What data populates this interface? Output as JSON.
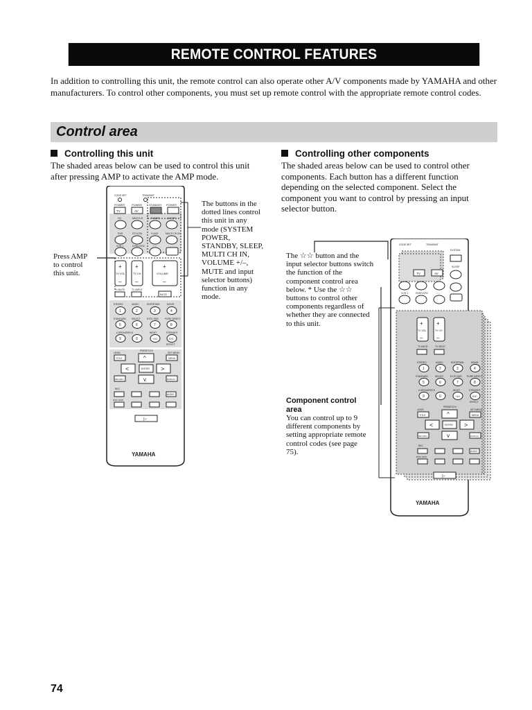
{
  "page": {
    "title": "REMOTE CONTROL FEATURES",
    "intro": "In addition to controlling this unit, the remote control can also operate other A/V components made by YAMAHA and other manufacturers. To control other components, you must set up remote control with the appropriate remote control codes.",
    "section_title": "Control area",
    "page_number": "74"
  },
  "left": {
    "heading": "Controlling this unit",
    "text": "The shaded areas below can be used to control this unit after pressing AMP to activate the AMP mode.",
    "callout_amp": "Press AMP to control this unit.",
    "callout_dotted": "The buttons in the dotted lines control this unit in any mode (SYSTEM POWER, STANDBY, SLEEP, MULTI CH IN, VOLUME +/–, MUTE and input selector buttons) function in any mode."
  },
  "right": {
    "heading": "Controlling other components",
    "text": "The shaded areas below can be used to control other components. Each button has a different function depending on the selected component. Select the component you want to control by pressing an input selector button.",
    "callout_star": "The ☆☆ button and the input selector buttons switch the function of the component control area below. * Use the ☆☆ buttons to control other components regardless of whether they are connected to this unit.",
    "component_title": "Component control area",
    "component_text": "You can control up to 9 different components by setting appropriate remote control codes (see page 75)."
  },
  "remote": {
    "brand": "YAMAHA",
    "power_labels": [
      "POWER",
      "POWER",
      "STANDBY",
      "POWER"
    ],
    "power_keys": [
      "TV",
      "AV",
      "",
      ""
    ],
    "top_labels": [
      "CODE SET",
      "TRANSMIT",
      "SYSTEM"
    ],
    "input_row1": [
      "CD",
      "MD/CD-R",
      "TUNER",
      "SLEEP"
    ],
    "input_row2": [
      "DVD",
      "DTV/CBL",
      "V-AUX",
      "MULTI CH IN"
    ],
    "input_row3": [
      "VCR 1",
      "DVR/VCR2",
      "☆☆",
      "AMP"
    ],
    "vol_labels": [
      "TV VOL",
      "TV CH",
      "VOLUME"
    ],
    "mute_row": [
      "TV MUTE",
      "TV INPUT",
      "MUTE"
    ],
    "num_row1_labels": [
      "STEREO",
      "MUSIC",
      "ENTERTAIN",
      "MOVIE"
    ],
    "num_row1": [
      "1",
      "2",
      "3",
      "4"
    ],
    "num_row2_labels": [
      "STANDARD",
      "SELECT",
      "EXTD SUR.",
      "PURE DIRECT"
    ],
    "num_row2": [
      "5",
      "6",
      "7",
      "8"
    ],
    "num_row3_labels": [
      "A SPEAKERS B",
      "",
      "NIGHT",
      "STRAIGHT"
    ],
    "num_row3": [
      "9",
      "0",
      "+10",
      "ENT"
    ],
    "effect_label": "EFFECT",
    "nav_labels": [
      "LEVEL",
      "PRESET/CH",
      "SET MENU",
      "TITLE",
      "MENU",
      "ENTER",
      "DISPLAY",
      "RETURN",
      "BAND",
      "A-E/CAT",
      "A-E/CAT",
      "MEMORY",
      "ON SCREEN"
    ],
    "transport_labels": [
      "REC",
      "AUDIO",
      "DISC SKIP"
    ]
  }
}
